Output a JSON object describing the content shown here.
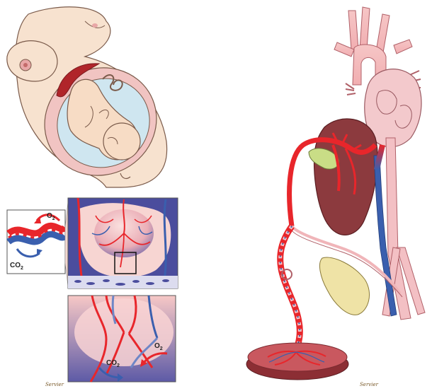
{
  "labels": {
    "o2_top": "O",
    "o2_top_sub": "2",
    "co2_top": "CO",
    "co2_top_sub": "2",
    "o2_bottom": "O",
    "o2_bottom_sub": "2",
    "co2_bottom": "CO",
    "co2_bottom_sub": "2"
  },
  "signatures": {
    "left": "Servier",
    "right": "Servier"
  },
  "colors": {
    "artery": "#e8262b",
    "vein": "#3a5fae",
    "skin": "#f7e2cf",
    "liver": "#8c3a3e",
    "heart": "#f3c9cc",
    "gallbladder": "#c9dd86",
    "bladder": "#efe3a6",
    "placenta": "#c9585f",
    "amniotic": "#cfe6f0"
  }
}
